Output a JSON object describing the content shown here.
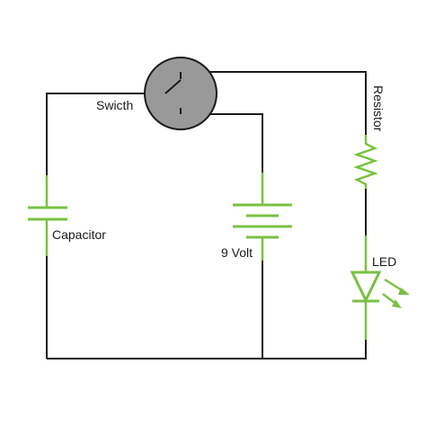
{
  "labels": {
    "switch": "Swicth",
    "resistor": "Resistor",
    "capacitor": "Capacitor",
    "battery": "9 Volt",
    "led": "LED"
  },
  "colors": {
    "wire": "#1a1a1a",
    "component": "#7ac143",
    "switch_body": "#999999"
  }
}
